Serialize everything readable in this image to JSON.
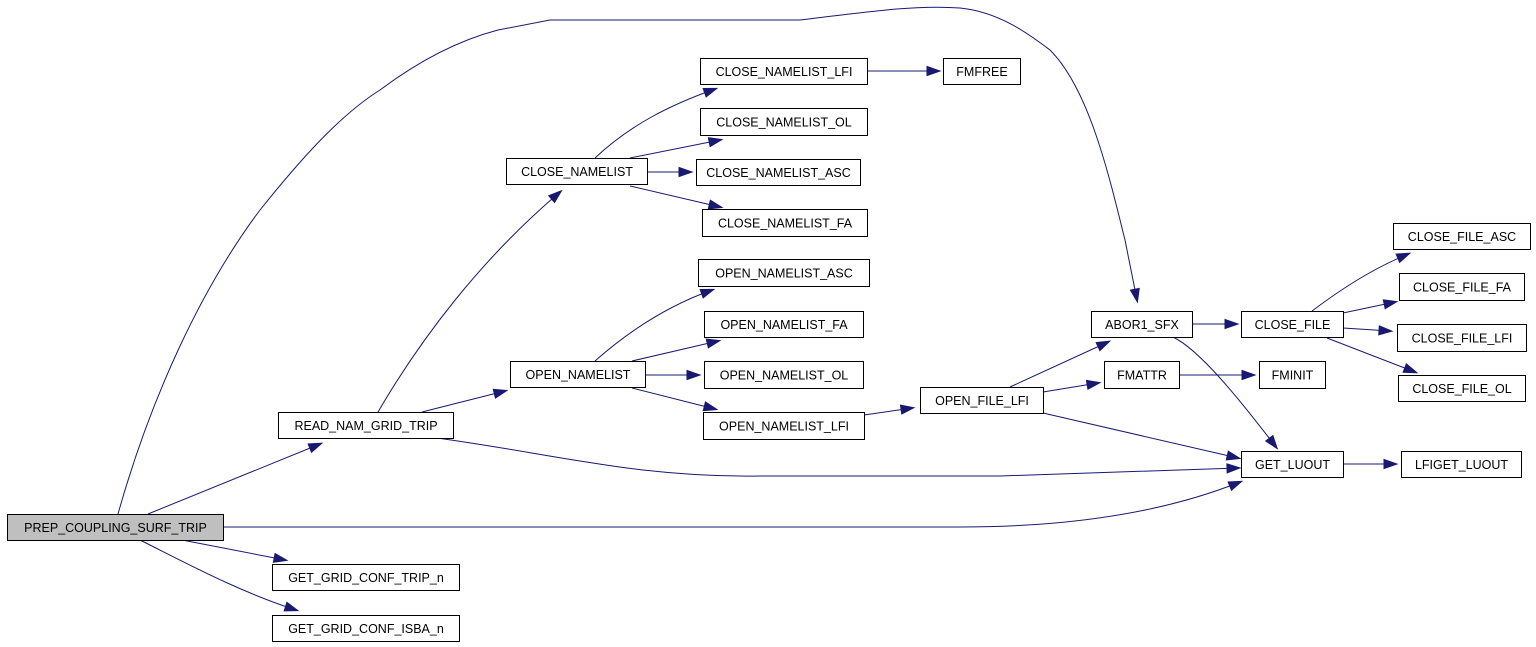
{
  "title": "PREP_COUPLING_SURF_TRIP call graph",
  "colors": {
    "edge": "#191970",
    "root_fill": "#bfbfbf",
    "node_fill": "#ffffff",
    "border": "#000000"
  },
  "nodes": [
    {
      "id": "prep",
      "label": "PREP_COUPLING_SURF_TRIP",
      "root": true
    },
    {
      "id": "readnam",
      "label": "READ_NAM_GRID_TRIP"
    },
    {
      "id": "gettrip",
      "label": "GET_GRID_CONF_TRIP_n"
    },
    {
      "id": "getisba",
      "label": "GET_GRID_CONF_ISBA_n"
    },
    {
      "id": "closenl",
      "label": "CLOSE_NAMELIST"
    },
    {
      "id": "closenllfi",
      "label": "CLOSE_NAMELIST_LFI"
    },
    {
      "id": "fmfree",
      "label": "FMFREE"
    },
    {
      "id": "closenlol",
      "label": "CLOSE_NAMELIST_OL"
    },
    {
      "id": "closenlasc",
      "label": "CLOSE_NAMELIST_ASC"
    },
    {
      "id": "closenlfa",
      "label": "CLOSE_NAMELIST_FA"
    },
    {
      "id": "opennl",
      "label": "OPEN_NAMELIST"
    },
    {
      "id": "opennlasc",
      "label": "OPEN_NAMELIST_ASC"
    },
    {
      "id": "opennlfa",
      "label": "OPEN_NAMELIST_FA"
    },
    {
      "id": "opennlol",
      "label": "OPEN_NAMELIST_OL"
    },
    {
      "id": "opennllfi",
      "label": "OPEN_NAMELIST_LFI"
    },
    {
      "id": "openfilelfi",
      "label": "OPEN_FILE_LFI"
    },
    {
      "id": "abor1",
      "label": "ABOR1_SFX"
    },
    {
      "id": "fmattr",
      "label": "FMATTR"
    },
    {
      "id": "fminit",
      "label": "FMINIT"
    },
    {
      "id": "closefile",
      "label": "CLOSE_FILE"
    },
    {
      "id": "closefileasc",
      "label": "CLOSE_FILE_ASC"
    },
    {
      "id": "closefilefa",
      "label": "CLOSE_FILE_FA"
    },
    {
      "id": "closefilelfi",
      "label": "CLOSE_FILE_LFI"
    },
    {
      "id": "closefileol",
      "label": "CLOSE_FILE_OL"
    },
    {
      "id": "getluout",
      "label": "GET_LUOUT"
    },
    {
      "id": "lfigetluout",
      "label": "LFIGET_LUOUT"
    }
  ],
  "edges": [
    {
      "from": "prep",
      "to": "abor1"
    },
    {
      "from": "prep",
      "to": "readnam"
    },
    {
      "from": "prep",
      "to": "getluout"
    },
    {
      "from": "prep",
      "to": "gettrip"
    },
    {
      "from": "prep",
      "to": "getisba"
    },
    {
      "from": "readnam",
      "to": "closenl"
    },
    {
      "from": "readnam",
      "to": "opennl"
    },
    {
      "from": "readnam",
      "to": "getluout"
    },
    {
      "from": "closenl",
      "to": "closenllfi"
    },
    {
      "from": "closenl",
      "to": "closenlol"
    },
    {
      "from": "closenl",
      "to": "closenlasc"
    },
    {
      "from": "closenl",
      "to": "closenlfa"
    },
    {
      "from": "closenllfi",
      "to": "fmfree"
    },
    {
      "from": "opennl",
      "to": "opennlasc"
    },
    {
      "from": "opennl",
      "to": "opennlfa"
    },
    {
      "from": "opennl",
      "to": "opennlol"
    },
    {
      "from": "opennl",
      "to": "opennllfi"
    },
    {
      "from": "opennllfi",
      "to": "openfilelfi"
    },
    {
      "from": "openfilelfi",
      "to": "abor1"
    },
    {
      "from": "openfilelfi",
      "to": "fmattr"
    },
    {
      "from": "openfilelfi",
      "to": "getluout"
    },
    {
      "from": "fmattr",
      "to": "fminit"
    },
    {
      "from": "abor1",
      "to": "closefile"
    },
    {
      "from": "abor1",
      "to": "getluout"
    },
    {
      "from": "closefile",
      "to": "closefileasc"
    },
    {
      "from": "closefile",
      "to": "closefilefa"
    },
    {
      "from": "closefile",
      "to": "closefilelfi"
    },
    {
      "from": "closefile",
      "to": "closefileol"
    },
    {
      "from": "getluout",
      "to": "lfigetluout"
    }
  ]
}
